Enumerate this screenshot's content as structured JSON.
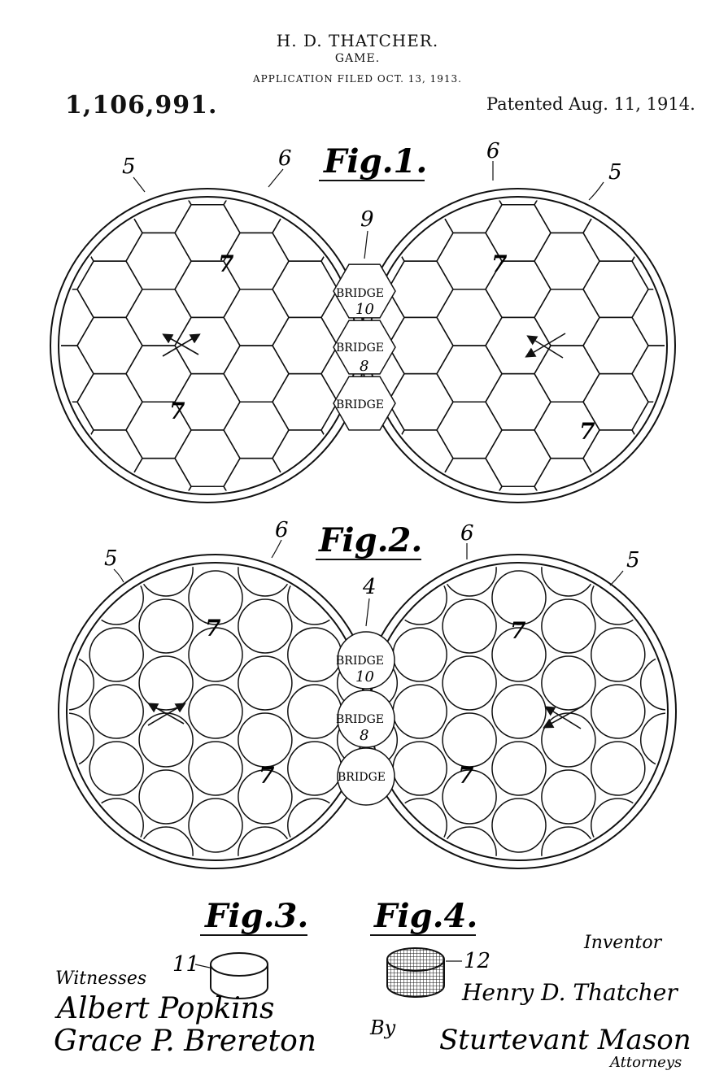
{
  "header": {
    "inventor_name": "H. D. THATCHER.",
    "title": "GAME.",
    "application_filed": "APPLICATION FILED OCT. 13, 1913.",
    "patent_number": "1,106,991.",
    "patented_date": "Patented Aug. 11, 1914."
  },
  "figures": {
    "fig1": {
      "label": "Fig.1.",
      "ref_left_5": "5",
      "ref_left_6": "6",
      "ref_right_6": "6",
      "ref_right_5": "5",
      "ref_9": "9"
    },
    "fig2": {
      "label": "Fig.2.",
      "ref_left_5": "5",
      "ref_left_6": "6",
      "ref_right_6": "6",
      "ref_right_5": "5",
      "ref_4": "4"
    },
    "fig3": {
      "label": "Fig.3.",
      "ref": "11"
    },
    "fig4": {
      "label": "Fig.4.",
      "ref": "12"
    }
  },
  "board": {
    "bridge_label": "BRIDGE",
    "bridge_number_top": "10",
    "bridge_number_middle": "8",
    "numbered_cell": "7"
  },
  "signatures": {
    "inventor_label": "Inventor",
    "inventor_signature": "Henry D. Thatcher",
    "witnesses_label": "Witnesses",
    "witness_1": "Albert Popkins",
    "witness_2": "Grace P. Brereton",
    "by_label": "By",
    "attorney_signature": "Sturtevant Mason",
    "attorneys_label": "Attorneys"
  }
}
